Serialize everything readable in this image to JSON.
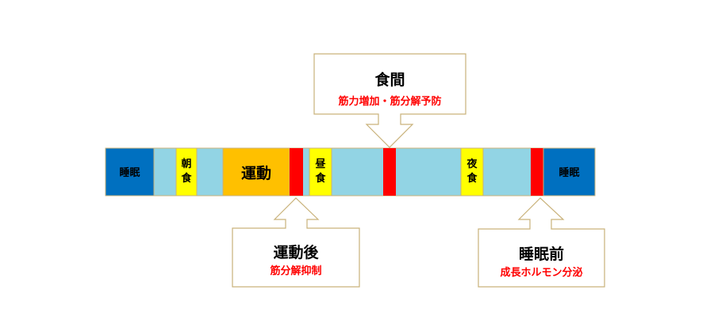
{
  "timeline": {
    "sleep_start": "睡眠",
    "breakfast": "朝食",
    "exercise": "運動",
    "lunch": "昼食",
    "dinner": "夜食",
    "sleep_end": "睡眠"
  },
  "callouts": {
    "between_meals": {
      "title": "食間",
      "desc": "筋力増加・筋分解予防"
    },
    "post_exercise": {
      "title": "運動後",
      "desc": "筋分解抑制"
    },
    "pre_sleep": {
      "title": "睡眠前",
      "desc": "成長ホルモン分泌"
    }
  },
  "colors": {
    "sleep": "#0070c0",
    "gap": "#92d4e4",
    "meal": "#ffff00",
    "exercise": "#ffc000",
    "intake": "#ff0000",
    "callout_border": "#c9b27a"
  }
}
